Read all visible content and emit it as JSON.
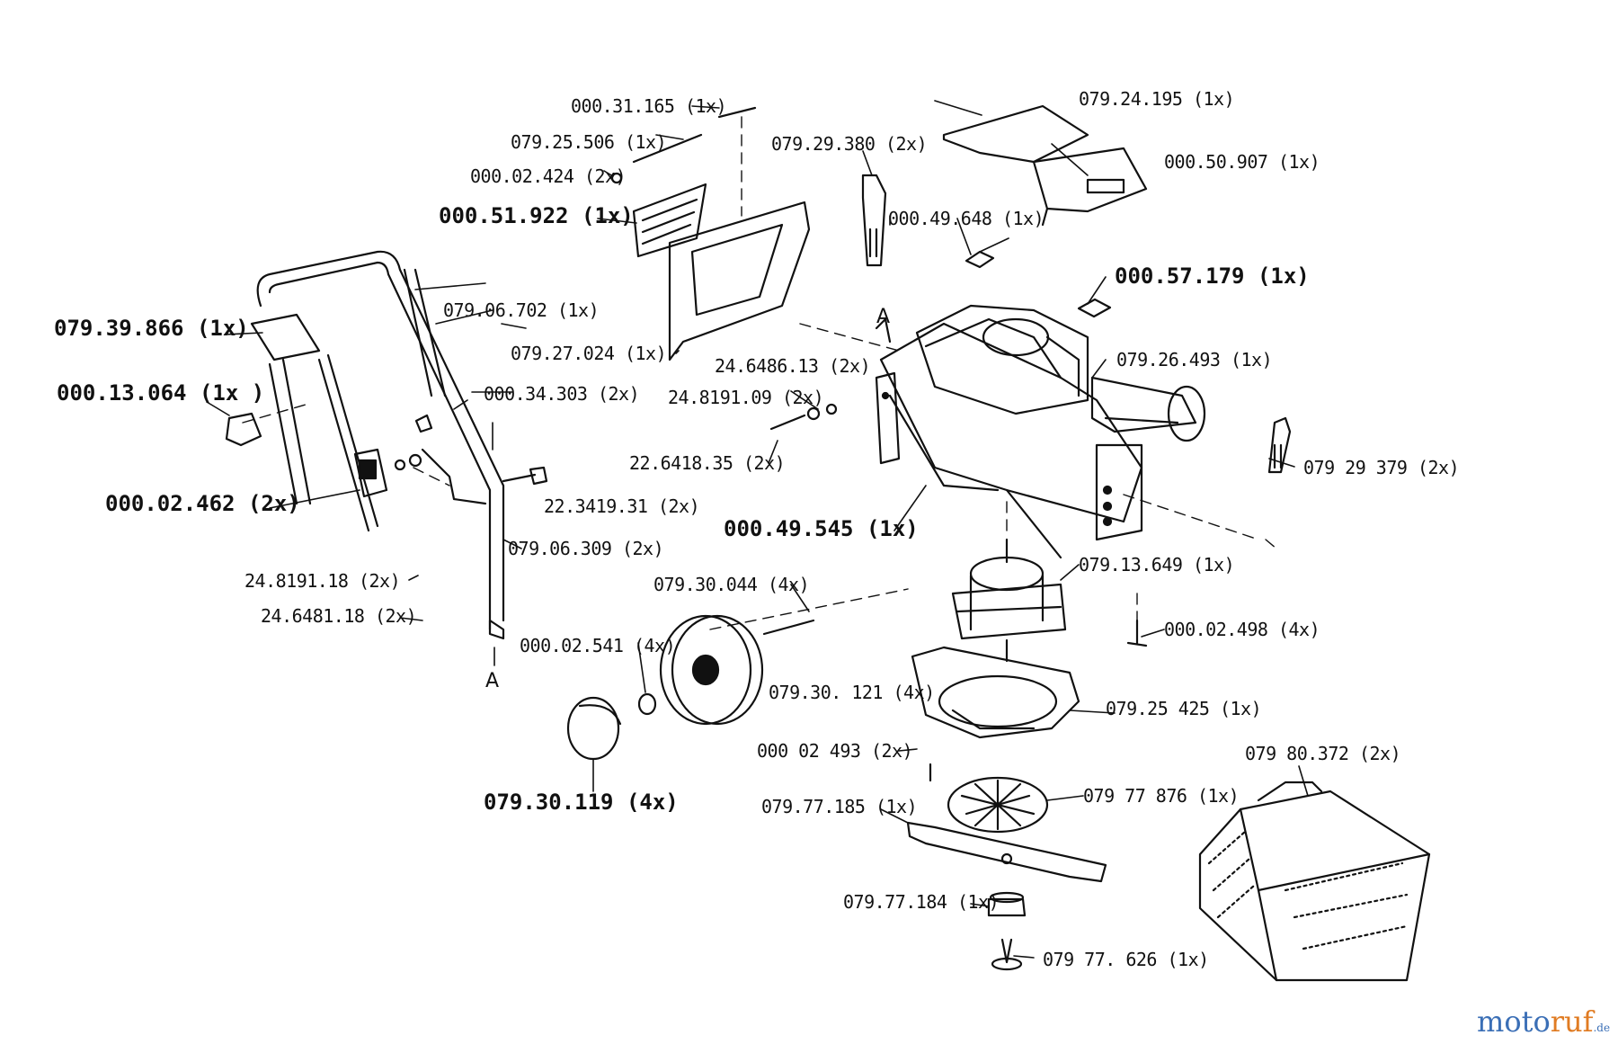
{
  "parts": {
    "p000_31_165": "000.31.165  (1x)",
    "p079_25_506": "079.25.506 (1x)",
    "p000_02_424": "000.02.424 (2x)",
    "p000_51_922": "000.51.922 (1x)",
    "p079_29_380": "079.29.380  (2x)",
    "p079_24_195": "079.24.195  (1x)",
    "p000_50_907": "000.50.907  (1x)",
    "p000_49_648": "000.49.648 (1x)",
    "p000_57_179": "000.57.179  (1x)",
    "p079_39_866": "079.39.866  (1x)",
    "p079_06_702": "079.06.702 (1x)",
    "p079_27_024": "079.27.024  (1x)",
    "p24_6486_13": "24.6486.13  (2x)",
    "p079_26_493": "079.26.493  (1x)",
    "p000_13_064": "000.13.064  (1x )",
    "p000_34_303": "000.34.303  (2x)",
    "p24_8191_09": "24.8191.09  (2x)",
    "p22_6418_35": "22.6418.35  (2x)",
    "p079_29_379": "079 29 379  (2x)",
    "p000_02_462": "000.02.462  (2x)",
    "p22_3419_31": "22.3419.31  (2x)",
    "p000_49_545": "000.49.545  (1x)",
    "p079_06_309": "079.06.309  (2x)",
    "p079_13_649": "079.13.649  (1x)",
    "p24_8191_18": "24.8191.18  (2x)",
    "p079_30_044": "079.30.044  (4x)",
    "p24_6481_18": "24.6481.18  (2x)",
    "p000_02_498": "000.02.498  (4x)",
    "p000_02_541": "000.02.541 (4x)",
    "p079_30_121": "079.30. 121  (4x)",
    "p079_25_425": "079.25 425   (1x)",
    "p000_02_493": "000 02 493  (2x)",
    "p079_30_119": "079.30.119  (4x)",
    "p079_80_372": "079 80.372  (2x)",
    "p079_77_876": "079 77 876  (1x)",
    "p079_77_185": "079.77.185  (1x)",
    "p079_77_184": "079.77.184  (1x)",
    "p079_77_626": "079 77. 626  (1x)"
  },
  "markers": {
    "a_handle": "A",
    "a_deck": "A"
  },
  "watermark": {
    "part1": "moto",
    "part2": "ruf",
    "part3": ".de"
  },
  "colors": {
    "line": "#111111",
    "watermark_blue": "#3b6fb6",
    "watermark_orange": "#e07b22"
  }
}
